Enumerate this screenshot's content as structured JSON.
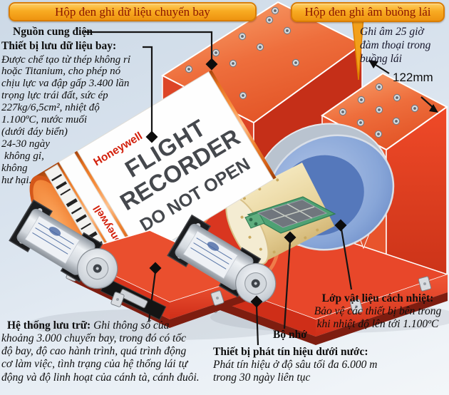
{
  "banners": {
    "flight_data": "Hộp đen ghi dữ liệu chuyến bay",
    "cockpit_voice": "Hộp đen ghi âm buồng lái"
  },
  "left_column": {
    "power_label": "Nguồn cung điện",
    "device_title": "Thiết bị lưu dữ liệu bay:",
    "device_lines": [
      "Được chế tạo từ thép không rỉ",
      "hoặc Titanium, cho phép nó",
      "chịu lực va đập gấp 3.400 lần",
      "trọng lực trái đất, sức ép",
      "227kg/6,5cm², nhiệt độ",
      "1.100ºC, nước muối",
      "(dưới đáy biển)",
      "24-30 ngày",
      "không gỉ,",
      "không",
      "hư hại."
    ]
  },
  "right_column": {
    "voice_note_lines": [
      "Ghi âm 25 giờ",
      "đàm thoại trong",
      "buồng lái"
    ],
    "dimension": "122mm"
  },
  "bottom": {
    "storage_title": "Hệ thống lưu trữ:",
    "storage_first_line": "Ghi thông số của",
    "storage_lines": [
      "khoảng 3.000 chuyến bay, trong đó có tốc",
      "độ bay, độ cao hành trình, quá trình động",
      "cơ làm việc, tình trạng của hệ thống lái tự",
      "động và độ linh hoạt của cánh tà, cánh đuôi."
    ],
    "memory_label": "Bộ nhớ",
    "beacon_title": "Thiết bị phát tín hiệu dưới nước:",
    "beacon_lines": [
      "Phát tín hiệu ở độ sâu tối đa 6.000 m",
      "trong 30 ngày liên tục"
    ],
    "insulation_title": "Lớp vật liệu cách nhiệt:",
    "insulation_lines": [
      "Bảo vệ các thiết bị bên trong",
      "khi nhiệt độ lên tới 1.100ºC"
    ]
  },
  "device_art": {
    "brand": "Honeywell",
    "recorder_label_lines": [
      "FLIGHT",
      "RECORDER",
      "DO NOT OPEN"
    ]
  },
  "colors": {
    "banner_fill": "#f8ab22",
    "banner_text": "#8a1400",
    "box_red": "#e23b22",
    "box_top_orange": "#f08a52",
    "cylinder_orange": "#f08433",
    "insulation_tan": "#ecdcaa",
    "ring_blue": "#7d9fd4",
    "pcb_green": "#4ea173",
    "background_blue": "#d9e3ee"
  }
}
